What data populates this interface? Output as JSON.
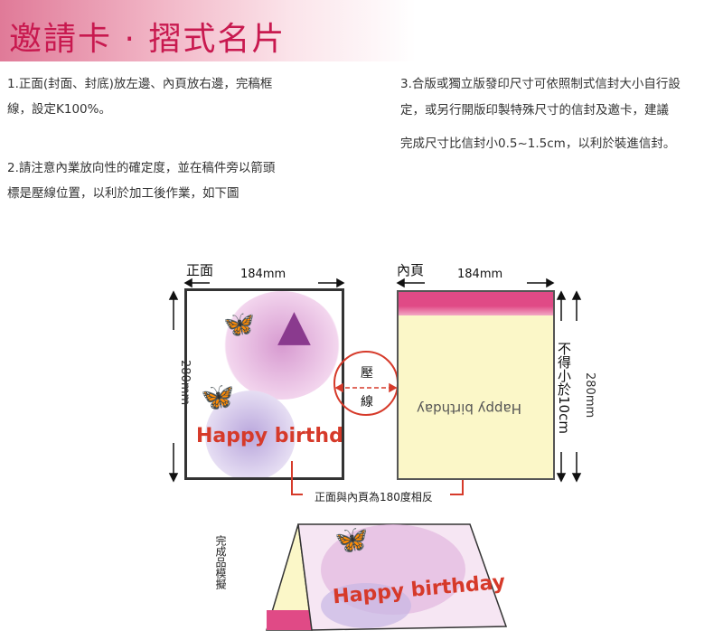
{
  "title": "邀請卡 · 摺式名片",
  "notes": {
    "note1": [
      "1.正面(封面、封底)放左邊、內頁放右邊，完稿框",
      "線，設定K100%。"
    ],
    "note2": [
      "2.請注意內業放向性的確定度，並在稿件旁以箭頭",
      "標是壓線位置，以利於加工後作業，如下圖"
    ],
    "note3": [
      "3.合版或獨立版發印尺寸可依照制式信封大小自行設",
      "定，或另行開版印製特殊尺寸的信封及邀卡，建議",
      "完成尺寸比信封小0.5~1.5cm，以利於裝進信封。"
    ]
  },
  "diagram": {
    "front_label": "正面",
    "inner_label": "內頁",
    "width_front": "184mm",
    "width_inner": "184mm",
    "height_front": "280mm",
    "height_inner": "280mm",
    "min_note": "不得小於10cm",
    "fold_line": [
      "壓",
      "線"
    ],
    "card_text": "Happy birthday",
    "inner_text": "Happy birthday",
    "reverse_note": "正面與內頁為180度相反",
    "finished_label": "完成品模擬",
    "finished_text": "Happy birthday"
  },
  "colors": {
    "accent": "#c8194f",
    "pink": "#e04a86",
    "cream": "#fbf7c8",
    "red": "#d63a2a"
  }
}
